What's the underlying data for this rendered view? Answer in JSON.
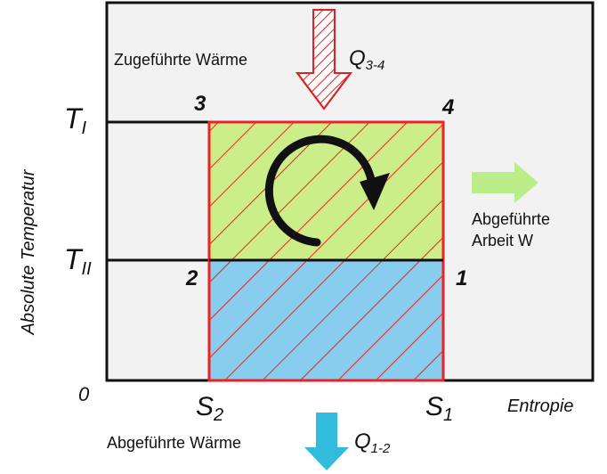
{
  "axes": {
    "y_label": "Absolute Temperatur",
    "x_label": "Entropie",
    "origin": "0",
    "t1_main": "T",
    "t1_sub": "I",
    "t2_main": "T",
    "t2_sub": "II",
    "s2_main": "S",
    "s2_sub": "2",
    "s1_main": "S",
    "s1_sub": "1"
  },
  "points": {
    "p1": "1",
    "p2": "2",
    "p3": "3",
    "p4": "4"
  },
  "heat_in": {
    "text": "Zugeführte Wärme",
    "q_main": "Q",
    "q_sub": "3-4"
  },
  "heat_out": {
    "text": "Abgeführte Wärme",
    "q_main": "Q",
    "q_sub": "1-2"
  },
  "work_out": {
    "line1": "Abgeführte",
    "line2": "Arbeit W"
  },
  "colors": {
    "frame_bg": "#f2f2f2",
    "upper_fill": "#ccee88",
    "lower_fill": "#88ccee",
    "hatch": "#ee2222",
    "in_arrow_fill": "#ffffff",
    "in_arrow_stroke": "#dd2222",
    "out_arrow": "#33bbdd",
    "work_arrow": "#bbee88"
  },
  "icons": {
    "cycle": "clockwise-cycle-arrow-icon",
    "heat_in": "down-arrow-icon",
    "heat_out": "down-arrow-icon",
    "work": "right-arrow-icon"
  }
}
